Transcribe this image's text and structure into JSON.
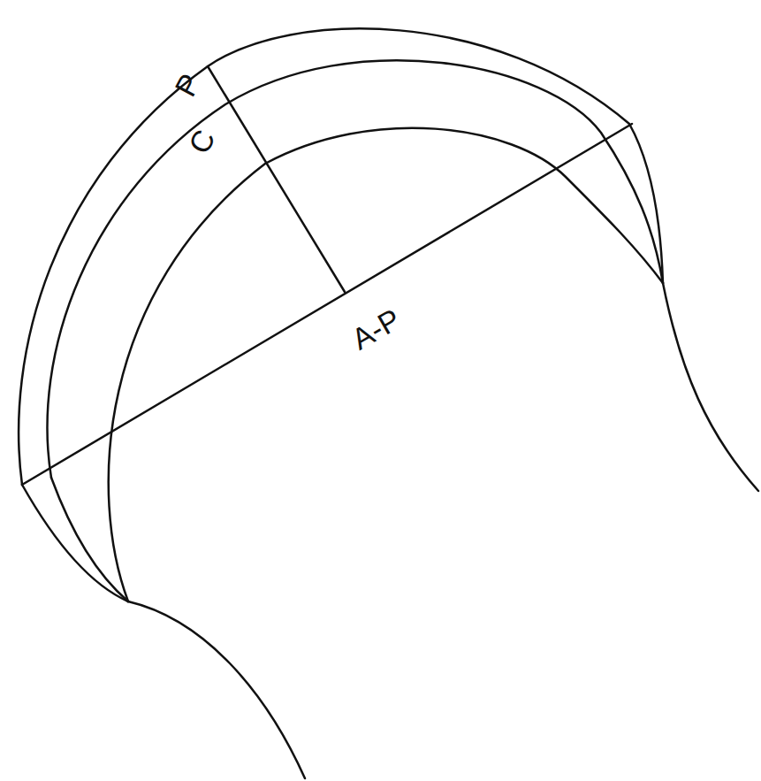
{
  "diagram": {
    "labels": [
      "P",
      "C",
      "A-P"
    ]
  }
}
